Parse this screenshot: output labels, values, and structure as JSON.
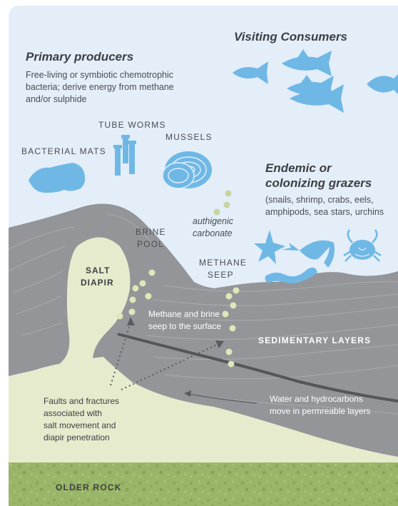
{
  "diagram": {
    "visiting_consumers_title": "Visiting Consumers",
    "primary_producers_title": "Primary producers",
    "primary_producers_desc": [
      "Free-living or symbiotic chemotrophic",
      "bacteria; derive energy from methane",
      "and/or sulphide"
    ],
    "tube_worms_label": "TUBE WORMS",
    "mussels_label": "MUSSELS",
    "bacterial_mats_label": "BACTERIAL MATS",
    "grazers_title": [
      "Endemic or",
      "colonizing grazers"
    ],
    "grazers_desc": [
      "(snails, shrimp, crabs, eels,",
      "amphipods, sea stars, urchins"
    ],
    "authigenic_label": [
      "authigenic",
      "carbonate"
    ],
    "brine_pool_label": [
      "BRINE",
      "POOL"
    ],
    "methane_seep_label": [
      "METHANE",
      "SEEP"
    ],
    "salt_diapir_label": [
      "SALT",
      "DIAPIR"
    ],
    "methane_brine_label": [
      "Methane and brine",
      "seep to the surface"
    ],
    "sedimentary_label": "SEDIMENTARY LAYERS",
    "faults_label": [
      "Faults and fractures",
      "associated with",
      "salt movement and",
      "diapir penetration"
    ],
    "water_hydro_label": [
      "Water and hydrocarbons",
      "move in permreable layers"
    ],
    "older_rock_label": "OLDER ROCK"
  },
  "colors": {
    "sky": "#e3eef9",
    "organism_blue": "#6fb8e6",
    "rock_gray": "#939598",
    "salt_green": "#e6ebcd",
    "older_rock_green": "#9ab567",
    "brine_blue": "#bfdff4",
    "bubble": "#dfe6b8"
  }
}
